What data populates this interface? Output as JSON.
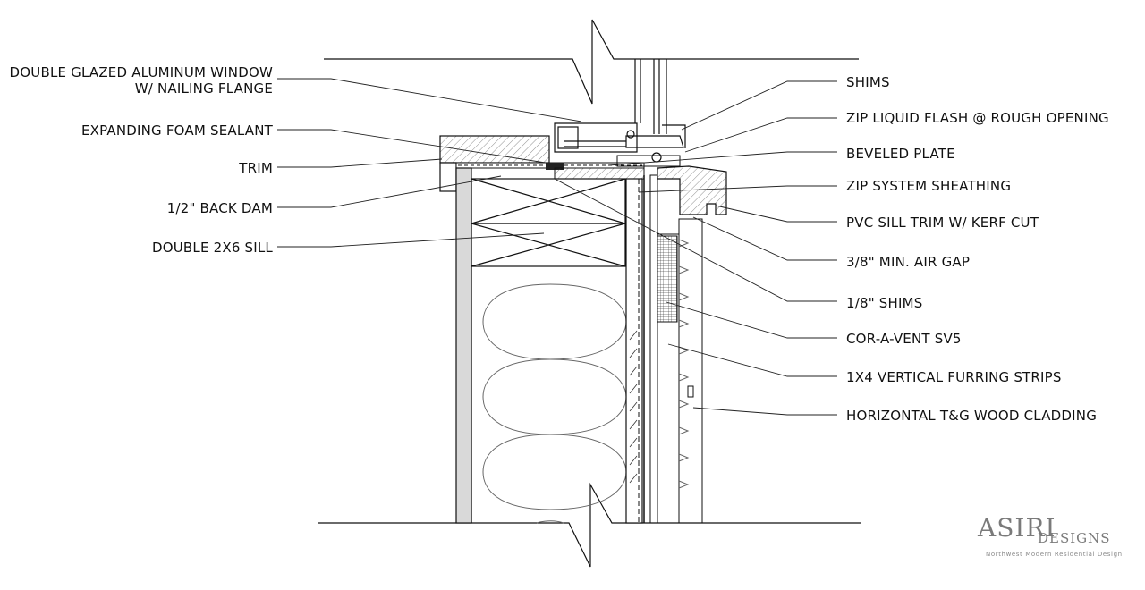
{
  "labels_left": [
    {
      "id": "window",
      "lines": [
        "DOUBLE GLAZED ALUMINUM WINDOW",
        "W/ NAILING FLANGE"
      ]
    },
    {
      "id": "foam",
      "lines": [
        "EXPANDING FOAM SEALANT"
      ]
    },
    {
      "id": "trim",
      "lines": [
        "TRIM"
      ]
    },
    {
      "id": "backdam",
      "lines": [
        "1/2\" BACK DAM"
      ]
    },
    {
      "id": "sill",
      "lines": [
        "DOUBLE 2X6 SILL"
      ]
    }
  ],
  "labels_right": [
    {
      "id": "shims",
      "text": "SHIMS"
    },
    {
      "id": "liquid-flash",
      "text": "ZIP LIQUID FLASH @ ROUGH OPENING"
    },
    {
      "id": "beveled-plate",
      "text": "BEVELED PLATE"
    },
    {
      "id": "sheathing",
      "text": "ZIP SYSTEM SHEATHING"
    },
    {
      "id": "pvc-sill",
      "text": "PVC SILL TRIM W/ KERF CUT"
    },
    {
      "id": "air-gap",
      "text": "3/8\" MIN. AIR GAP"
    },
    {
      "id": "shims-small",
      "text": "1/8\" SHIMS"
    },
    {
      "id": "cor-a-vent",
      "text": "COR-A-VENT SV5"
    },
    {
      "id": "furring",
      "text": "1X4 VERTICAL FURRING STRIPS"
    },
    {
      "id": "cladding",
      "text": "HORIZONTAL T&G WOOD CLADDING"
    }
  ],
  "logo": {
    "main": "ASIRI",
    "sub": "DESIGNS",
    "tagline": "Northwest Modern Residential Design"
  },
  "colors": {
    "line": "#111111",
    "fill_gray": "#d9d9d9",
    "logo": "#7a7a7a"
  }
}
